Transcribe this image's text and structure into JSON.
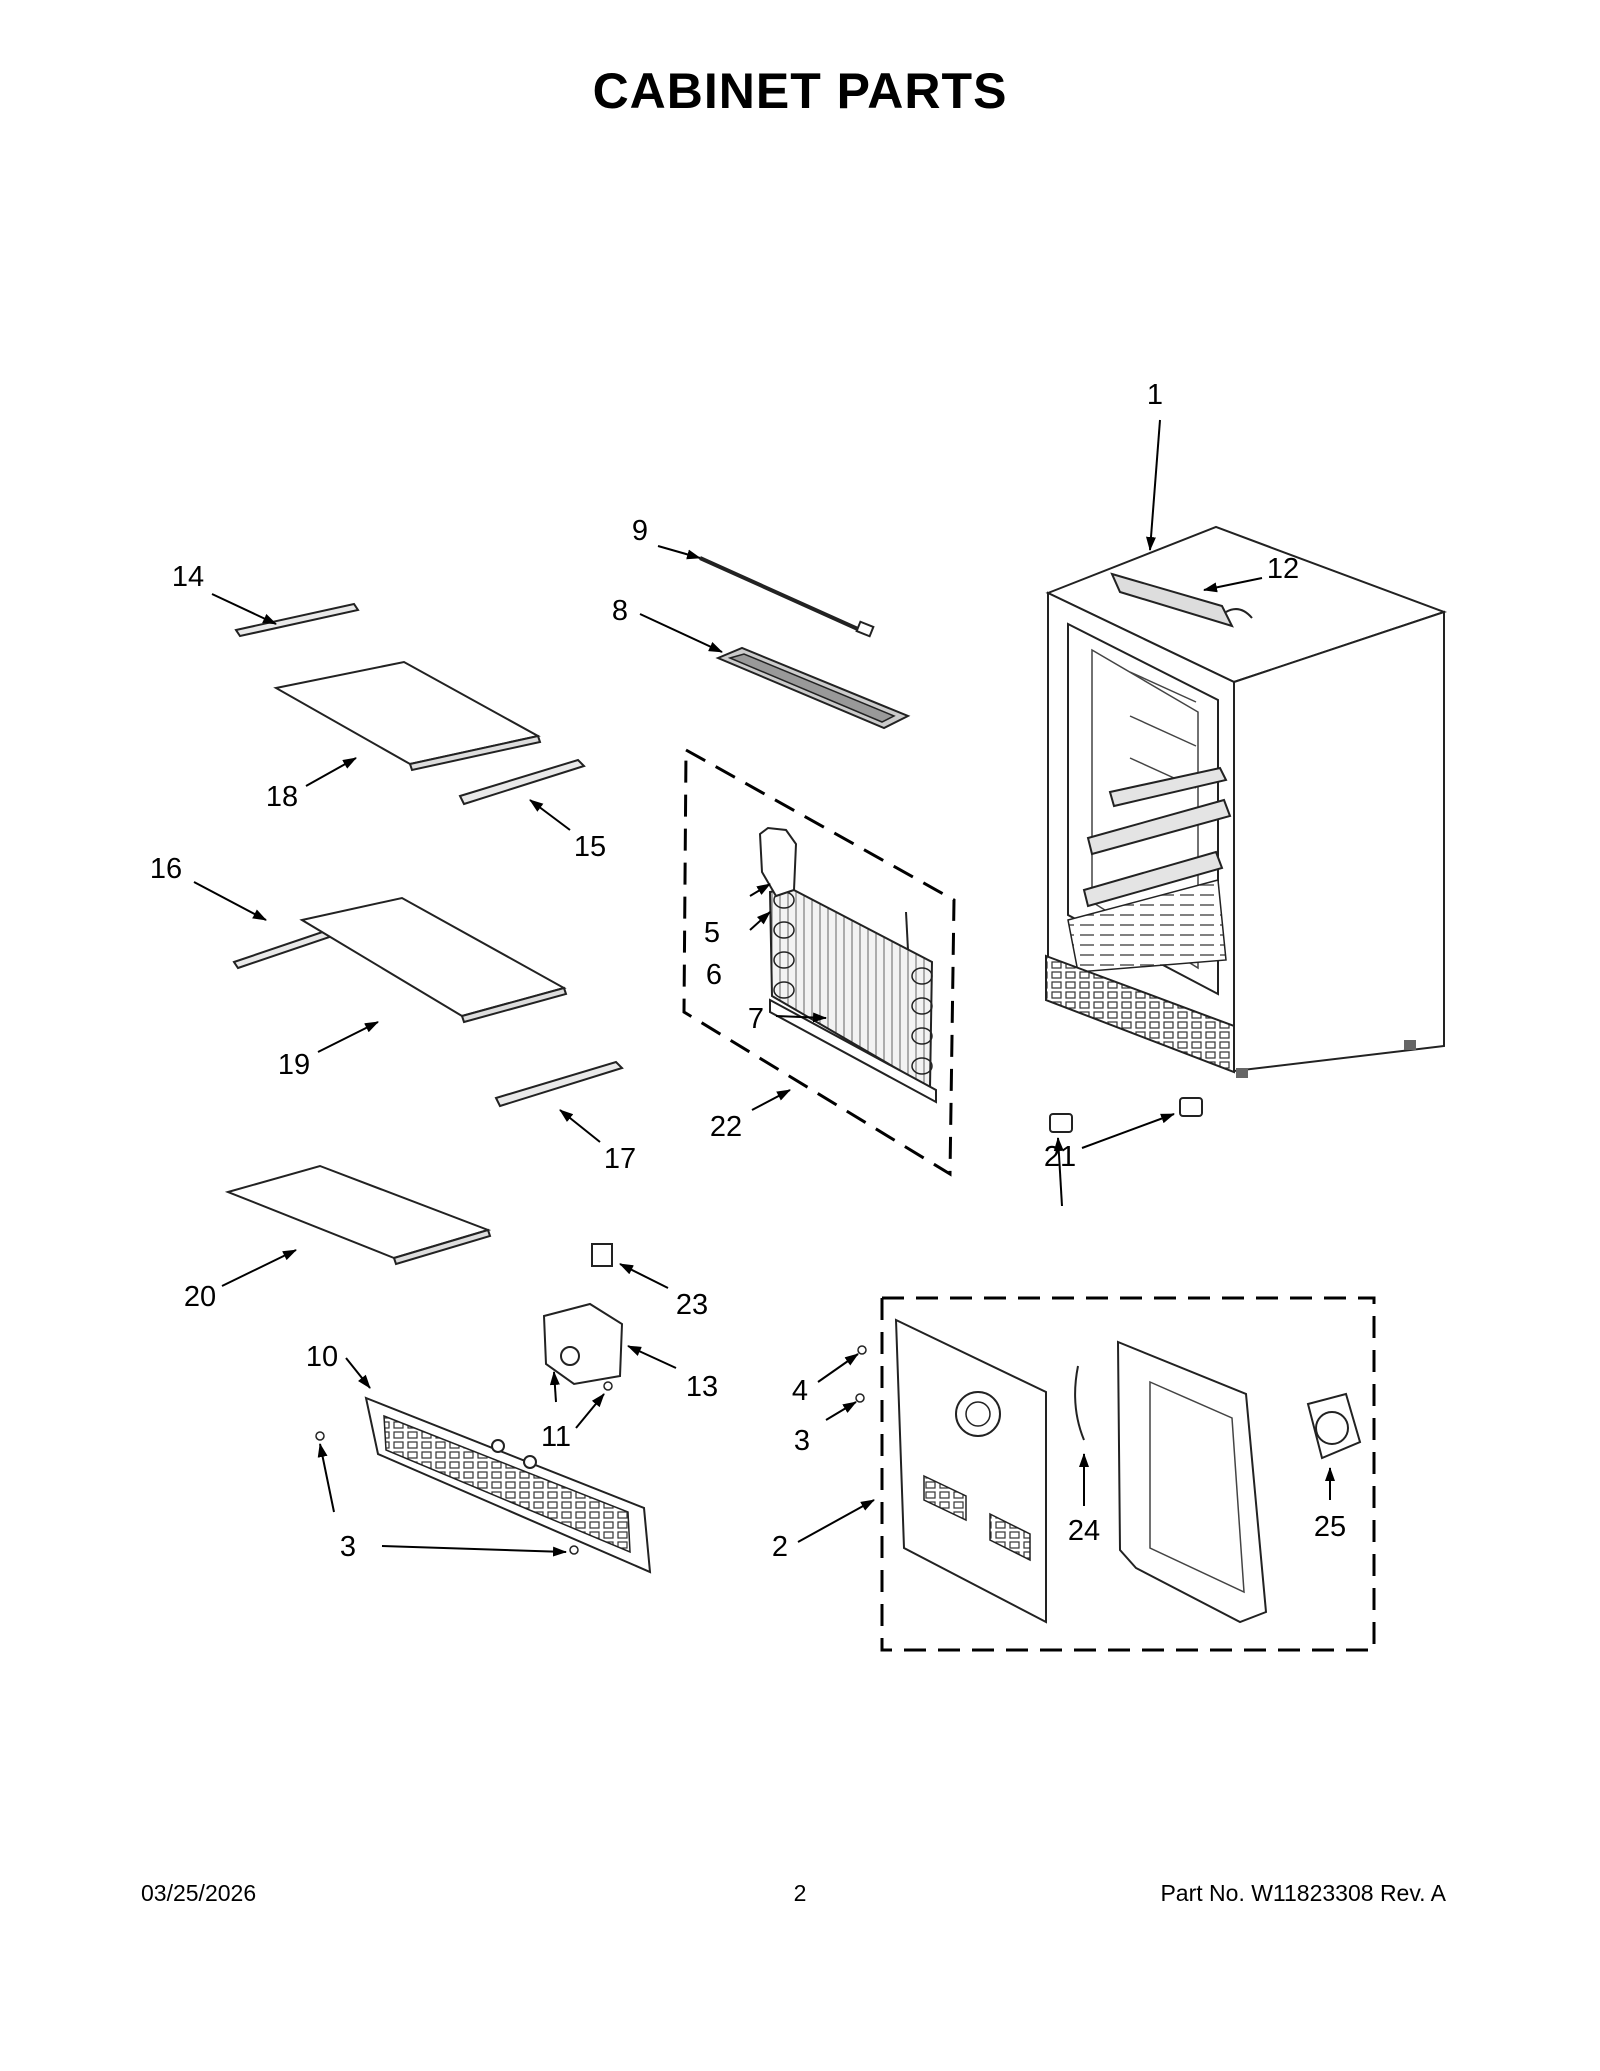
{
  "title": "CABINET PARTS",
  "footer": {
    "date": "03/25/2026",
    "page": "2",
    "part_number": "Part No.  W11823308   Rev.  A"
  },
  "callouts": {
    "c1": "1",
    "c2": "2",
    "c3a": "3",
    "c3b": "3",
    "c4": "4",
    "c5": "5",
    "c6": "6",
    "c7": "7",
    "c8": "8",
    "c9": "9",
    "c10": "10",
    "c11": "11",
    "c12": "12",
    "c13": "13",
    "c14": "14",
    "c15": "15",
    "c16": "16",
    "c17": "17",
    "c18": "18",
    "c19": "19",
    "c20": "20",
    "c21": "21",
    "c22": "22",
    "c23": "23",
    "c24": "24",
    "c25": "25"
  }
}
